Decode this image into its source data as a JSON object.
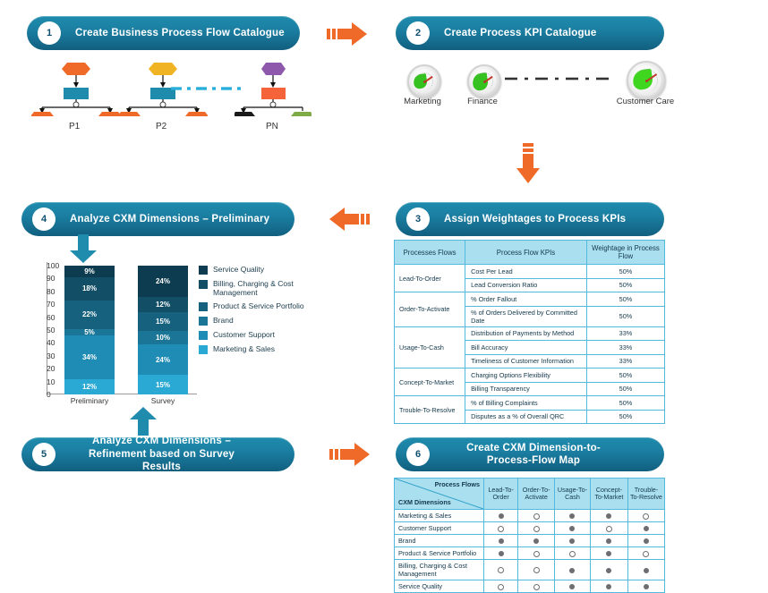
{
  "theme": {
    "pill_gradient_top": "#1f8cad",
    "pill_gradient_bottom": "#115f80",
    "arrow_orange": "#ef6a28",
    "table_border": "#53b9dd",
    "table_header_bg": "#aadff0",
    "table_text": "#12384b"
  },
  "steps": [
    {
      "number": "1",
      "title": "Create Business Process Flow Catalogue"
    },
    {
      "number": "2",
      "title": "Create Process KPI Catalogue"
    },
    {
      "number": "3",
      "title": "Assign Weightages to Process KPIs"
    },
    {
      "number": "4",
      "title": "Analyze CXM Dimensions – Preliminary"
    },
    {
      "number": "5",
      "title": "Analyze CXM Dimensions – Refinement based on Survey Results"
    },
    {
      "number": "6",
      "title": "Create CXM Dimension-to-Process-Flow Map"
    }
  ],
  "step1": {
    "flows": [
      {
        "label": "P1",
        "top_color": "#ef6a28",
        "box_color": "#1f8cad",
        "left_color": "#ef6a28",
        "right_color": "#ef6a28"
      },
      {
        "label": "P2",
        "top_color": "#f0b323",
        "box_color": "#1f8cad",
        "left_color": "#ef6a28",
        "right_color": "#ef6a28"
      },
      {
        "label": "PN",
        "top_color": "#8e59ad",
        "box_color": "#f4633a",
        "left_color": "#1a1a1a",
        "right_color": "#7fab47"
      }
    ],
    "ellipsis_icon": "dash-dot-line"
  },
  "step2": {
    "gauges": [
      {
        "label": "Marketing",
        "icon": "gauge-icon"
      },
      {
        "label": "Finance",
        "icon": "gauge-icon"
      },
      {
        "label": "Customer Care",
        "icon": "gauge-icon"
      }
    ],
    "ellipsis_icon": "dash-dot-line"
  },
  "step3": {
    "table": {
      "headers": [
        "Processes Flows",
        "Process Flow KPIs",
        "Weightage in Process Flow"
      ],
      "groups": [
        {
          "name": "Lead-To-Order",
          "rows": [
            {
              "kpi": "Cost Per Lead",
              "weight": "50%"
            },
            {
              "kpi": "Lead Conversion Ratio",
              "weight": "50%"
            }
          ]
        },
        {
          "name": "Order-To-Activate",
          "rows": [
            {
              "kpi": "% Order Fallout",
              "weight": "50%"
            },
            {
              "kpi": "% of Orders Delivered by Committed Date",
              "weight": "50%"
            }
          ]
        },
        {
          "name": "Usage-To-Cash",
          "rows": [
            {
              "kpi": "Distribution of Payments by Method",
              "weight": "33%"
            },
            {
              "kpi": "Bill Accuracy",
              "weight": "33%"
            },
            {
              "kpi": "Timeliness of Customer Information",
              "weight": "33%"
            }
          ]
        },
        {
          "name": "Concept-To-Market",
          "rows": [
            {
              "kpi": "Charging Options Flexibility",
              "weight": "50%"
            },
            {
              "kpi": "Billing Transparency",
              "weight": "50%"
            }
          ]
        },
        {
          "name": "Trouble-To-Resolve",
          "rows": [
            {
              "kpi": "% of Billing Complaints",
              "weight": "50%"
            },
            {
              "kpi": "Disputes as a % of Overall QRC",
              "weight": "50%"
            }
          ]
        }
      ]
    }
  },
  "chart_data": {
    "type": "bar",
    "stacked": true,
    "title": "",
    "xlabel": "",
    "ylabel": "",
    "ylim": [
      0,
      100
    ],
    "yticks": [
      0,
      10,
      20,
      30,
      40,
      50,
      60,
      70,
      80,
      90,
      100
    ],
    "grid": false,
    "legend_position": "right",
    "categories": [
      "Preliminary",
      "Survey"
    ],
    "series": [
      {
        "name": "Marketing & Sales",
        "color": "#2aa9d4",
        "values": [
          12,
          15
        ]
      },
      {
        "name": "Customer Support",
        "color": "#1f8cb5",
        "values": [
          34,
          24
        ]
      },
      {
        "name": "Brand",
        "color": "#1b7596",
        "values": [
          5,
          10
        ]
      },
      {
        "name": "Product & Service Portfolio",
        "color": "#15617e",
        "values": [
          22,
          15
        ]
      },
      {
        "name": "Billing, Charging & Cost Management",
        "color": "#124f66",
        "values": [
          18,
          12
        ]
      },
      {
        "name": "Service Quality",
        "color": "#0d3c50",
        "values": [
          9,
          24
        ]
      }
    ],
    "legend_order_top_down": [
      "Service Quality",
      "Billing, Charging & Cost Management",
      "Product & Service Portfolio",
      "Brand",
      "Customer Support",
      "Marketing & Sales"
    ],
    "bar_labels": {
      "Preliminary": [
        "12%",
        "34%",
        "5%",
        "22%",
        "18%",
        "9%"
      ],
      "Survey": [
        "15%",
        "24%",
        "10%",
        "15%",
        "12%",
        "24%"
      ]
    }
  },
  "step6": {
    "matrix": {
      "corner_row_header": "CXM Dimensions",
      "corner_col_header": "Process Flows",
      "columns": [
        "Lead-To-Order",
        "Order-To-Activate",
        "Usage-To-Cash",
        "Concept-To-Market",
        "Trouble-To-Resolve"
      ],
      "rows": [
        {
          "dimension": "Marketing & Sales",
          "cells": [
            "filled",
            "open",
            "filled",
            "filled",
            "open"
          ]
        },
        {
          "dimension": "Customer Support",
          "cells": [
            "open",
            "open",
            "filled",
            "open",
            "filled"
          ]
        },
        {
          "dimension": "Brand",
          "cells": [
            "filled",
            "filled",
            "filled",
            "filled",
            "filled"
          ]
        },
        {
          "dimension": "Product & Service Portfolio",
          "cells": [
            "filled",
            "open",
            "open",
            "filled",
            "open"
          ]
        },
        {
          "dimension": "Billing, Charging & Cost Management",
          "cells": [
            "open",
            "open",
            "filled",
            "filled",
            "filled"
          ]
        },
        {
          "dimension": "Service Quality",
          "cells": [
            "open",
            "open",
            "filled",
            "filled",
            "filled"
          ]
        }
      ]
    }
  }
}
